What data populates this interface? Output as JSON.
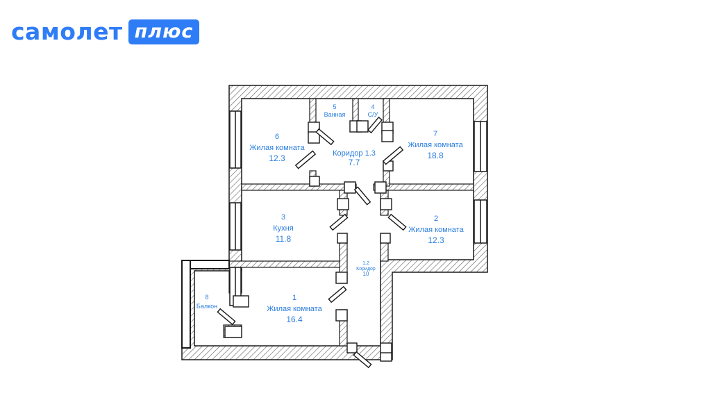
{
  "brand": {
    "name": "самолет",
    "badge": "плюс",
    "color": "#2f7df6"
  },
  "plan": {
    "wall_color": "#1a1a1a",
    "label_color": "#2a7ee0",
    "rooms": [
      {
        "id": "1",
        "number": "1",
        "name": "Жилая комната",
        "area": "16.4"
      },
      {
        "id": "2",
        "number": "2",
        "name": "Жилая комната",
        "area": "12.3"
      },
      {
        "id": "3",
        "number": "3",
        "name": "Кухня",
        "area": "11.8"
      },
      {
        "id": "4",
        "number": "4",
        "name": "С/У",
        "area": ""
      },
      {
        "id": "5",
        "number": "5",
        "name": "Ванная",
        "area": ""
      },
      {
        "id": "6",
        "number": "6",
        "name": "Жилая комната",
        "area": "12.3"
      },
      {
        "id": "7",
        "number": "7",
        "name": "Жилая комната",
        "area": "18.8"
      },
      {
        "id": "8",
        "number": "8",
        "name": "Балкон",
        "area": ""
      },
      {
        "id": "1.3",
        "number": "",
        "name": "Коридор 1.3",
        "area": "7.7"
      },
      {
        "id": "1.2",
        "number": "1.2",
        "name": "Коридор",
        "area": "10"
      }
    ]
  }
}
